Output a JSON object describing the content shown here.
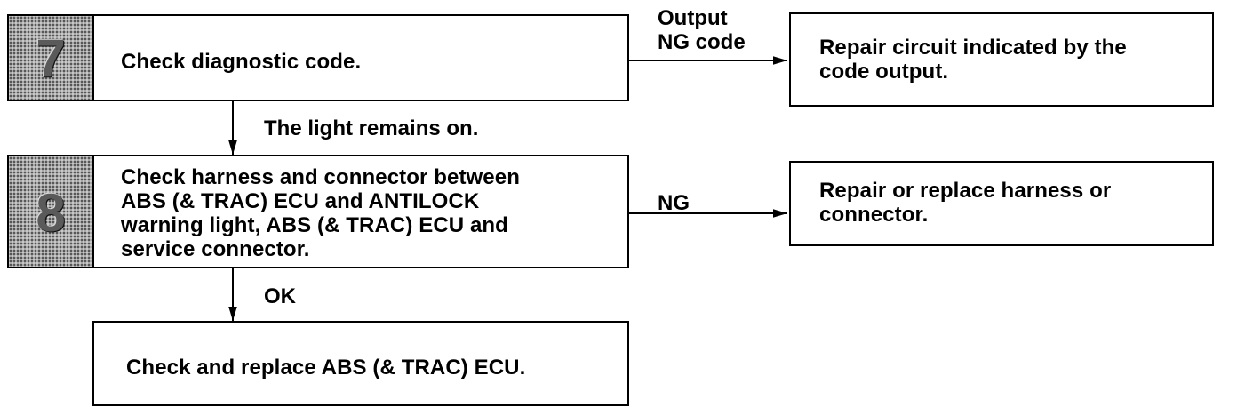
{
  "steps": [
    {
      "number": "7",
      "text": "Check diagnostic code."
    },
    {
      "number": "8",
      "text": "Check harness and connector between\nABS (& TRAC) ECU and ANTILOCK\nwarning light, ABS (& TRAC) ECU and\nservice connector."
    }
  ],
  "final_box": {
    "text": "Check and replace ABS (& TRAC) ECU."
  },
  "side_boxes": [
    {
      "text": "Repair circuit indicated by the\ncode output."
    },
    {
      "text": "Repair or replace harness or\nconnector."
    }
  ],
  "branch_labels": {
    "step7_side": "Output\nNG code",
    "step7_down": "The light remains on.",
    "step8_side": "NG",
    "step8_down": "OK"
  }
}
